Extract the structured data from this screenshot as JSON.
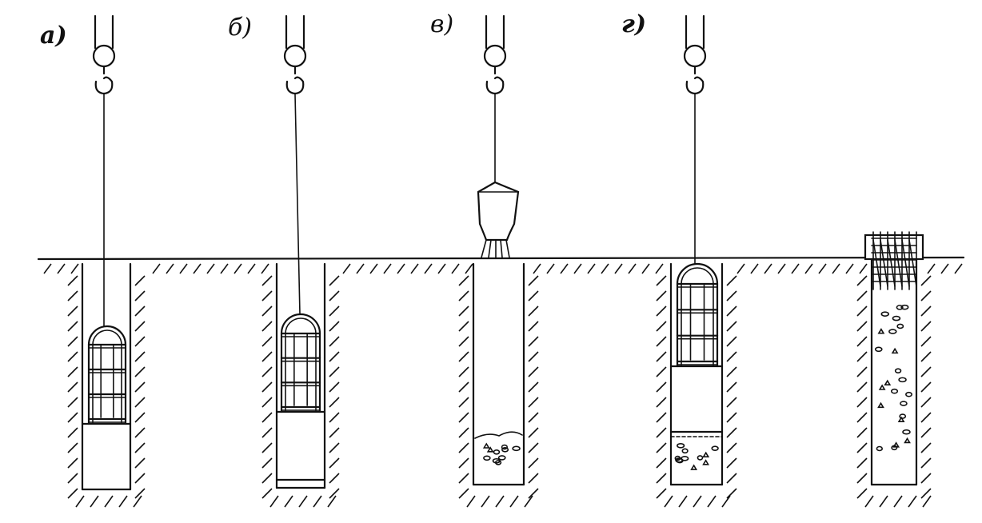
{
  "panels": [
    {
      "id": "a",
      "label": "а)"
    },
    {
      "id": "b",
      "label": "б)"
    },
    {
      "id": "v",
      "label": "в)"
    },
    {
      "id": "g",
      "label": "г)"
    }
  ],
  "colors": {
    "ink": "#111111",
    "paper": "#ffffff"
  }
}
